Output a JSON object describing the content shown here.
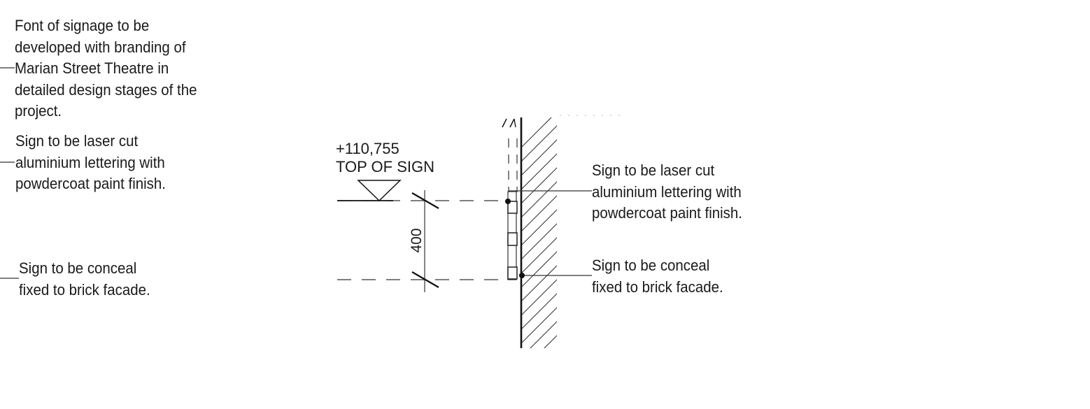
{
  "notes_left": [
    {
      "lines": [
        "Font of signage to be",
        "developed with branding of",
        "Marian Street Theatre in",
        "detailed design stages of the",
        "project."
      ]
    },
    {
      "lines": [
        "Sign to be laser cut",
        "aluminium lettering with",
        "powdercoat paint finish."
      ]
    },
    {
      "lines": [
        "Sign to be conceal",
        "fixed to brick facade."
      ]
    }
  ],
  "notes_right": [
    {
      "lines": [
        "Sign to be laser cut",
        "aluminium lettering with",
        "powdercoat paint finish."
      ]
    },
    {
      "lines": [
        "Sign to be conceal",
        "fixed to brick facade."
      ]
    }
  ],
  "level_marker": {
    "elevation": "+110,755",
    "label": "TOP OF SIGN"
  },
  "dimension": {
    "value": "400"
  }
}
